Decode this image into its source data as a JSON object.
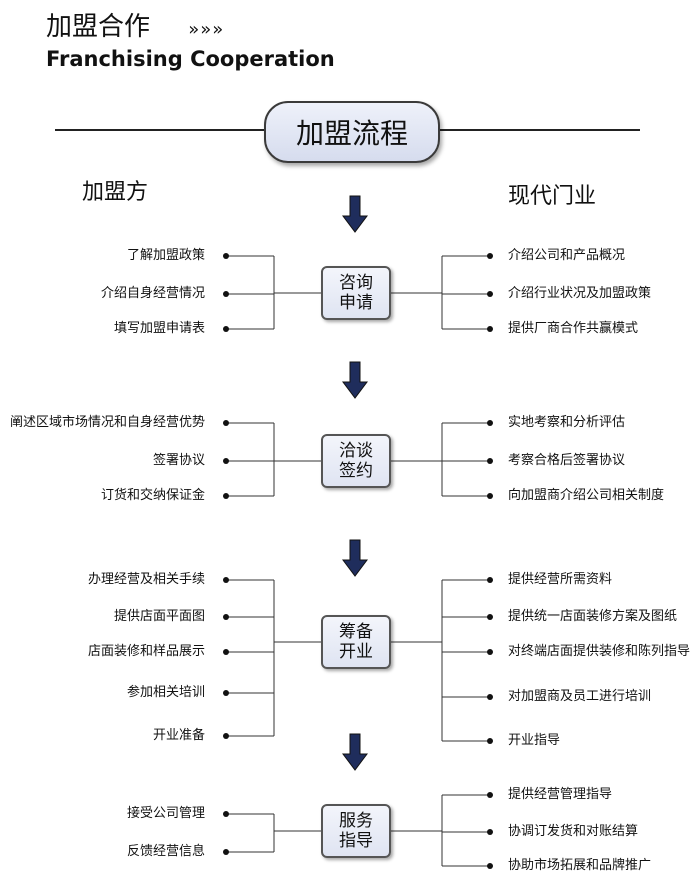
{
  "header": {
    "title_cn": "加盟合作",
    "title_arrows": "»»»",
    "title_en": "Franchising Cooperation"
  },
  "banner": {
    "label": "加盟流程"
  },
  "parties": {
    "left": "加盟方",
    "right": "现代门业"
  },
  "colors": {
    "box_fill": "#e6e9f4",
    "arrow_fill": "#1f2d5c",
    "line": "#333333"
  },
  "stages": [
    {
      "lines": [
        "咨询",
        "申请"
      ],
      "left": [
        "了解加盟政策",
        "介绍自身经营情况",
        "填写加盟申请表"
      ],
      "right": [
        "介绍公司和产品概况",
        "介绍行业状况及加盟政策",
        "提供厂商合作共赢模式"
      ]
    },
    {
      "lines": [
        "洽谈",
        "签约"
      ],
      "left": [
        "阐述区域市场情况和自身经营优势",
        "签署协议",
        "订货和交纳保证金"
      ],
      "right": [
        "实地考察和分析评估",
        "考察合格后签署协议",
        "向加盟商介绍公司相关制度"
      ]
    },
    {
      "lines": [
        "筹备",
        "开业"
      ],
      "left": [
        "办理经营及相关手续",
        "提供店面平面图",
        "店面装修和样品展示",
        "参加相关培训",
        "开业准备"
      ],
      "right": [
        "提供经营所需资料",
        "提供统一店面装修方案及图纸",
        "对终端店面提供装修和陈列指导",
        "对加盟商及员工进行培训",
        "开业指导"
      ]
    },
    {
      "lines": [
        "服务",
        "指导"
      ],
      "left": [
        "接受公司管理",
        "反馈经营信息"
      ],
      "right": [
        "提供经营管理指导",
        "协调订发货和对账结算",
        "协助市场拓展和品牌推广"
      ]
    }
  ]
}
